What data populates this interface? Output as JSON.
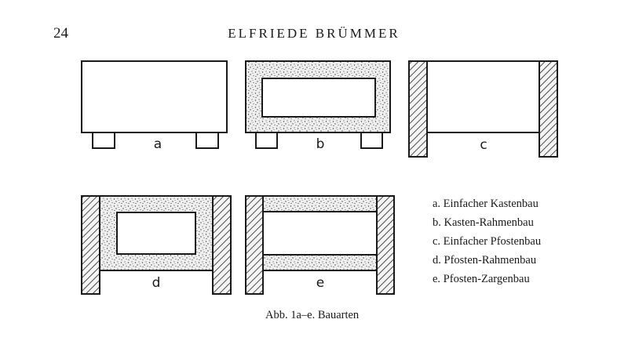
{
  "header": {
    "page_number": "24",
    "running_title": "ELFRIEDE BRÜMMER"
  },
  "figure": {
    "panels": [
      {
        "letter": "a"
      },
      {
        "letter": "b"
      },
      {
        "letter": "c"
      },
      {
        "letter": "d"
      },
      {
        "letter": "e"
      }
    ],
    "legend": [
      "a. Einfacher Kastenbau",
      "b. Kasten-Rahmenbau",
      "c. Einfacher Pfostenbau",
      "d. Pfosten-Rahmenbau",
      "e. Pfosten-Zargenbau"
    ],
    "caption": "Abb. 1a–e. Bauarten"
  }
}
